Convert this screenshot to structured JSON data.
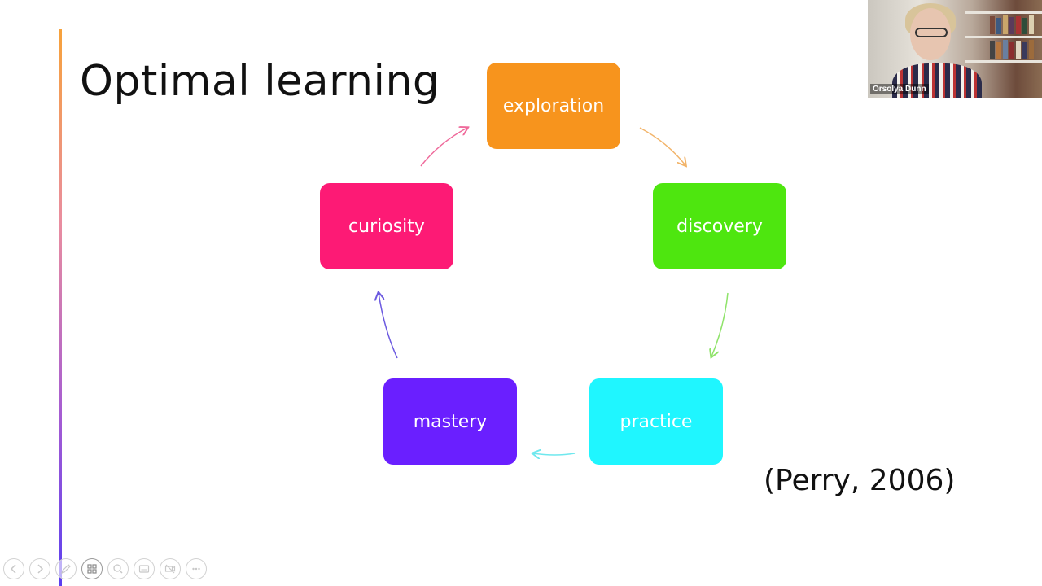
{
  "slide": {
    "title": "Optimal learning",
    "citation": "(Perry, 2006)"
  },
  "cycle": [
    {
      "id": "exploration",
      "label": "exploration",
      "color": "#f7941d"
    },
    {
      "id": "discovery",
      "label": "discovery",
      "color": "#4ee60f"
    },
    {
      "id": "practice",
      "label": "practice",
      "color": "#1ff6ff"
    },
    {
      "id": "mastery",
      "label": "mastery",
      "color": "#6a1fff"
    },
    {
      "id": "curiosity",
      "label": "curiosity",
      "color": "#fd1a75"
    }
  ],
  "video": {
    "participant_name": "Orsolya Dunn"
  },
  "toolbar": {
    "icons": [
      "previous-slide-icon",
      "next-slide-icon",
      "pen-icon",
      "see-all-slides-icon",
      "zoom-icon",
      "subtitles-icon",
      "camera-off-icon",
      "more-options-icon"
    ]
  }
}
